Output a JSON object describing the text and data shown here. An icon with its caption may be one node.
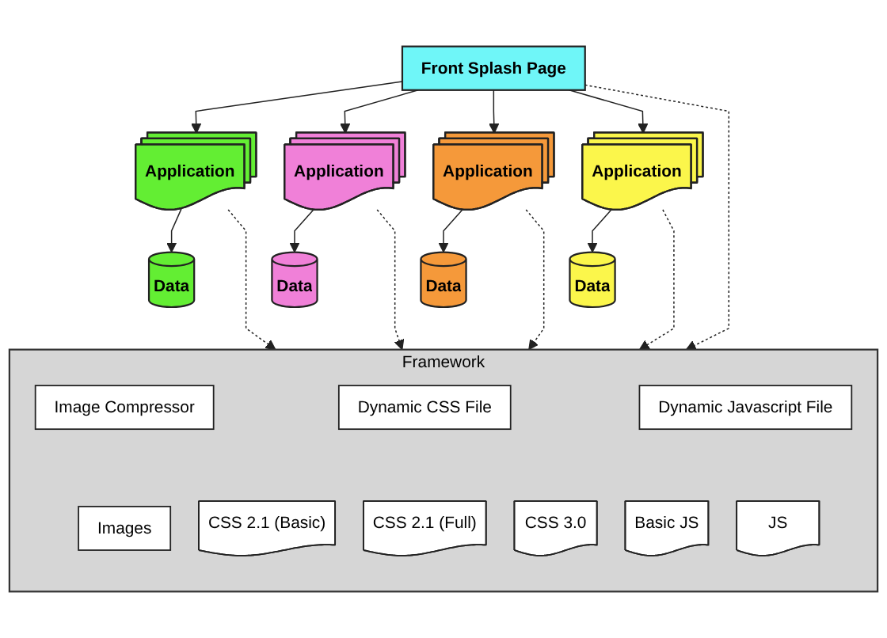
{
  "diagram": {
    "nodes": [
      {
        "text": [
          "Data"
        ]
      },
      {
        "text": [
          "Data"
        ]
      },
      {
        "text": [
          "Data"
        ]
      },
      {
        "text": [
          "Data"
        ]
      },
      {
        "text": [
          "Application"
        ]
      },
      {
        "text": [
          "Application"
        ]
      },
      {
        "text": [
          "Application"
        ]
      },
      {
        "text": [
          "Application"
        ]
      },
      {
        "text": [
          "Front Splash Page"
        ]
      },
      {
        "text": [
          "Framework"
        ]
      },
      {
        "text": [
          "Image Compressor"
        ],
        "in": 9
      },
      {
        "text": [
          "Dynamic CSS File"
        ],
        "in": 9
      },
      {
        "text": [
          "Dynamic Javascript File"
        ],
        "in": 9
      },
      {
        "text": [
          "Images"
        ],
        "in": 9
      },
      {
        "text": [
          "CSS 2.1 (Basic)"
        ],
        "in": 9
      },
      {
        "text": [
          "CSS 2.1 (Full)"
        ],
        "in": 9
      },
      {
        "text": [
          "CSS 3.0"
        ],
        "in": 9
      },
      {
        "text": [
          "Basic JS"
        ],
        "in": 9
      },
      {
        "text": [
          "JS"
        ],
        "in": 9
      }
    ],
    "edges": [
      {
        "from": 4,
        "to": 0,
        "arrow": "to"
      },
      {
        "from": 5,
        "to": 1,
        "arrow": "to"
      },
      {
        "from": 6,
        "to": 2,
        "arrow": "to"
      },
      {
        "from": 7,
        "to": 3,
        "arrow": "to"
      },
      {
        "from": 8,
        "to": 4,
        "arrow": "to"
      },
      {
        "from": 8,
        "to": 5,
        "arrow": "to"
      },
      {
        "from": 8,
        "to": 6,
        "arrow": "to"
      },
      {
        "from": 8,
        "to": 7,
        "arrow": "to"
      },
      {
        "from": 4,
        "to": 9,
        "arrow": "to",
        "style": "dashed"
      },
      {
        "from": 5,
        "to": 9,
        "arrow": "to",
        "style": "dashed"
      },
      {
        "from": 6,
        "to": 9,
        "arrow": "to",
        "style": "dashed"
      },
      {
        "from": 7,
        "to": 9,
        "arrow": "to",
        "style": "dashed"
      },
      {
        "from": 8,
        "to": 9,
        "arrow": "to",
        "style": "dashed"
      }
    ]
  }
}
